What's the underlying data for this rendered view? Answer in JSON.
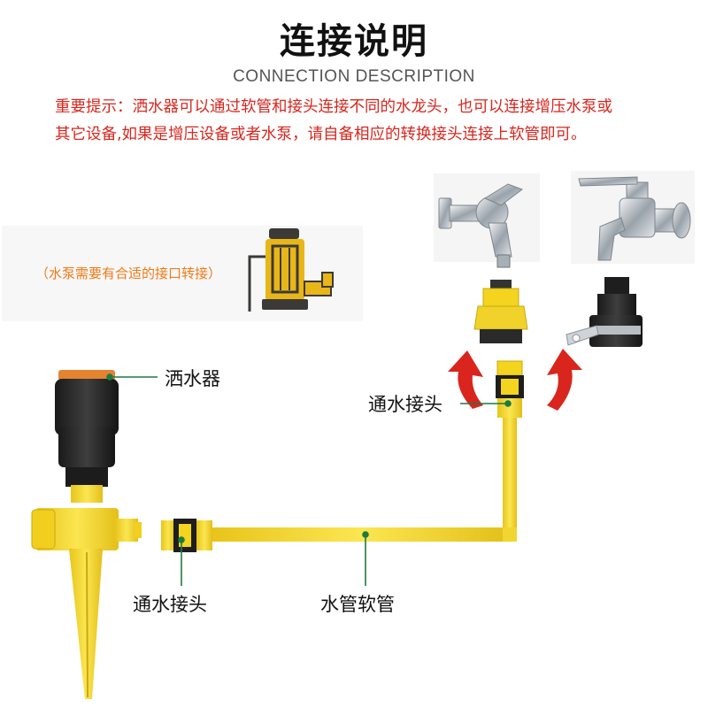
{
  "header": {
    "title": "连接说明",
    "subtitle": "CONNECTION DESCRIPTION"
  },
  "notice": {
    "line1": "重要提示：洒水器可以通过软管和接头连接不同的水龙头，也可以连接增压水泵或",
    "line2": "其它设备,如果是增压设备或者水泵，请自备相应的转换接头连接上软管即可。"
  },
  "pump": {
    "note": "（水泵需要有合适的接口转接）",
    "icon": "water-pump-icon"
  },
  "labels": {
    "sprinkler": "洒水器",
    "connector_top": "通水接头",
    "connector_bottom": "通水接头",
    "hose": "水管软管"
  },
  "icons": [
    "faucet-icon",
    "faucet-icon",
    "sprinkler-icon",
    "quick-connector-icon",
    "arrow-icon"
  ],
  "colors": {
    "title": "#111111",
    "notice": "#d8261e",
    "pump_note": "#f07a16",
    "pipe": "#f6dd3a",
    "arrow": "#d9251d",
    "leader": "#1e7a43"
  }
}
